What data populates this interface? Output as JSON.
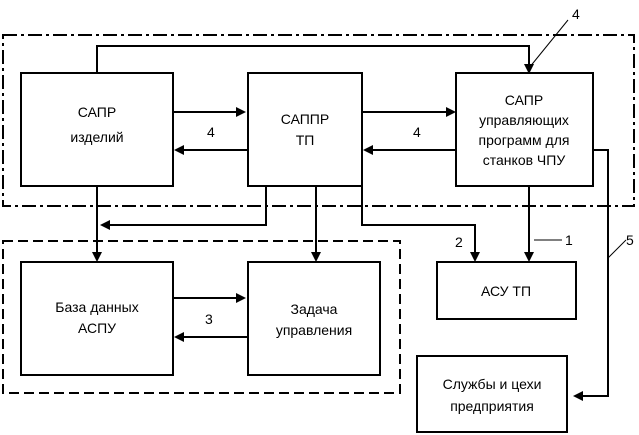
{
  "boxes": {
    "sapr_izdeliy": [
      "САПР",
      "изделий"
    ],
    "sappr_tp": [
      "САППР",
      "ТП"
    ],
    "sapr_up": [
      "САПР",
      "управляющих",
      "программ для",
      "станков ЧПУ"
    ],
    "baza_dannykh": [
      "База данных",
      "АСПУ"
    ],
    "zadacha": [
      "Задача",
      "управления"
    ],
    "asu_tp": [
      "АСУ ТП"
    ],
    "sluzhby": [
      "Службы и цехи",
      "предприятия"
    ]
  },
  "labels": {
    "top_right": "4",
    "left_link": "4",
    "right_link": "4",
    "to_asu_left": "2",
    "to_asu_right": "1",
    "to_services": "5",
    "db_link": "3"
  }
}
